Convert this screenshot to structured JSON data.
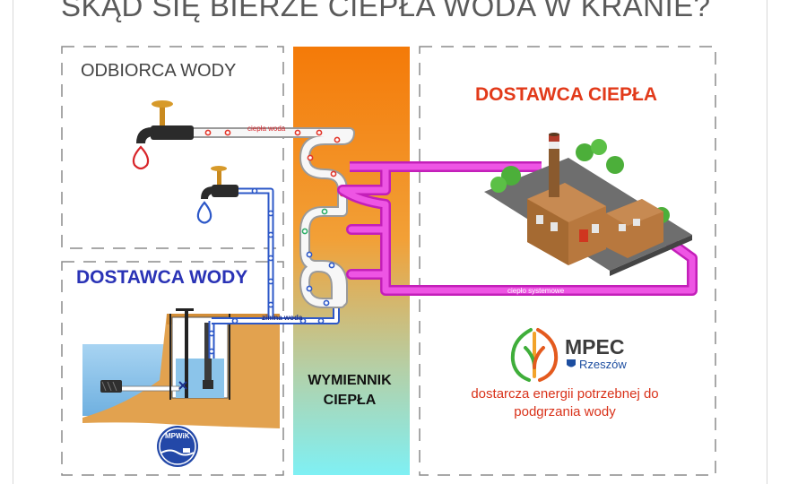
{
  "diagram": {
    "title": "SKĄD SIĘ BIERZE CIEPŁA WODA W KRANIE?",
    "sections": {
      "consumer": "ODBIORCA WODY",
      "water_supplier": "DOSTAWCA WODY",
      "heat_supplier": "DOSTAWCA CIEPŁA",
      "heat_exchanger": "WYMIENNIK CIEPŁA"
    },
    "pipes": {
      "hot_water": "ciepła woda",
      "cold_water": "zimna woda",
      "system_heat": "ciepło systemowe"
    },
    "mpec": {
      "name": "MPEC",
      "city": "Rzeszów",
      "description": "dostarcza energii potrzebnej do podgrzania wody"
    },
    "mpwik_logo_text": "MPWiK",
    "colors": {
      "hot_pipe": "#e2372b",
      "cold_pipe": "#2d58c8",
      "system_pipe": "#e43fd8",
      "exchanger_top": "#f07c0c",
      "exchanger_bottom": "#80e8ef",
      "heat_supplier_text": "#e23a1a",
      "water_supplier_text": "#2a33b6"
    }
  }
}
